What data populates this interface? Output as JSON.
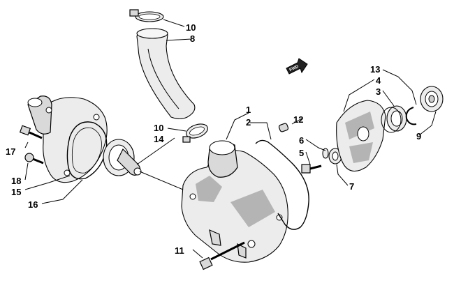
{
  "diagram": {
    "callouts": [
      {
        "id": "c1",
        "text": "1"
      },
      {
        "id": "c2",
        "text": "2"
      },
      {
        "id": "c3",
        "text": "3"
      },
      {
        "id": "c4",
        "text": "4"
      },
      {
        "id": "c5",
        "text": "5"
      },
      {
        "id": "c6",
        "text": "6"
      },
      {
        "id": "c7",
        "text": "7"
      },
      {
        "id": "c8",
        "text": "8"
      },
      {
        "id": "c9",
        "text": "9"
      },
      {
        "id": "c10a",
        "text": "10"
      },
      {
        "id": "c10b",
        "text": "10"
      },
      {
        "id": "c11",
        "text": "11"
      },
      {
        "id": "c12",
        "text": "12"
      },
      {
        "id": "c13",
        "text": "13"
      },
      {
        "id": "c14",
        "text": "14"
      },
      {
        "id": "c15",
        "text": "15"
      },
      {
        "id": "c16",
        "text": "16"
      },
      {
        "id": "c17",
        "text": "17"
      },
      {
        "id": "c18",
        "text": "18"
      }
    ],
    "fwd_arrow_text": "FWD"
  }
}
